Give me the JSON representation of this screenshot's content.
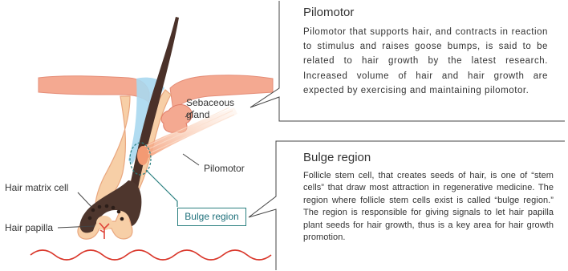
{
  "diagram": {
    "labels": {
      "sebaceous_line1": "Sebaceous",
      "sebaceous_line2": "gland",
      "pilomotor": "Pilomotor",
      "hair_matrix_cell": "Hair matrix cell",
      "hair_papilla": "Hair papilla",
      "bulge_region": "Bulge region"
    },
    "colors": {
      "skin": "#f4a991",
      "skin_outline": "#e07c68",
      "epidermis_blue": "#a9d8ef",
      "hair": "#4a3129",
      "follicle": "#f7cfa7",
      "papilla_red": "#d9362a",
      "nerve_red": "#e0463b",
      "muscle": "#f3a27e",
      "callout_line": "#444444",
      "bulge_teal": "#2a7f7f"
    }
  },
  "panels": {
    "pilomotor": {
      "title": "Pilomotor",
      "body": "Pilomotor that supports hair, and contracts in reaction to stimulus and raises goose bumps, is said to be related to hair growth by the latest research. Increased volume of hair and hair growth are expected by exercising and maintaining pilomotor."
    },
    "bulge": {
      "title": "Bulge region",
      "body": "Follicle stem cell, that creates seeds of hair, is one of “stem cells” that draw most attraction in regenerative medicine. The region where follicle stem cells exist is called “bulge region.” The region is responsible for giving signals to let hair papilla plant seeds  for hair growth, thus  is a key area for hair growth promotion."
    }
  }
}
